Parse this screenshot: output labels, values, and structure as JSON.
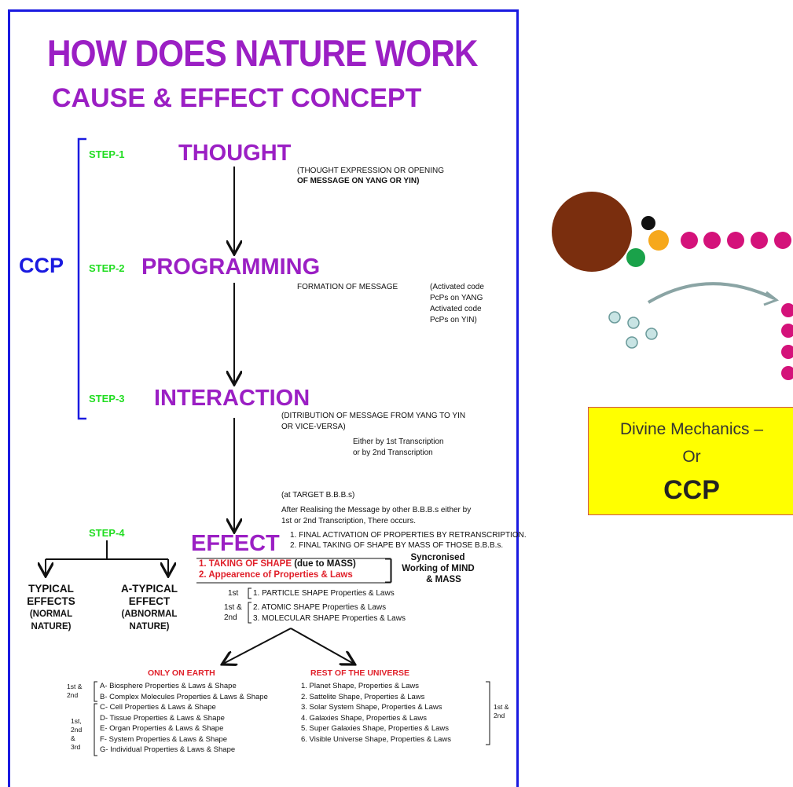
{
  "title": "HOW DOES NATURE WORK",
  "subtitle": "CAUSE & EFFECT CONCEPT",
  "ccp_label": "CCP",
  "steps": {
    "s1": {
      "label": "STEP-1",
      "name": "THOUGHT"
    },
    "s2": {
      "label": "STEP-2",
      "name": "PROGRAMMING"
    },
    "s3": {
      "label": "STEP-3",
      "name": "INTERACTION"
    },
    "s4": {
      "label": "STEP-4",
      "name": "EFFECT"
    }
  },
  "notes": {
    "thought_1": "(THOUGHT EXPRESSION OR OPENING",
    "thought_2": "OF MESSAGE ON YANG OR YIN)",
    "prog_1": "FORMATION OF MESSAGE",
    "prog_2": "(Activated code",
    "prog_3": "PcPs on YANG",
    "prog_4": "Activated code",
    "prog_5": "PcPs on YIN)",
    "inter_1": "(DITRIBUTION OF MESSAGE FROM YANG TO YIN",
    "inter_2": "OR VICE-VERSA)",
    "inter_3": "Either by 1st Transcription",
    "inter_4": "or by 2nd Transcription",
    "target_1": "(at TARGET B.B.B.s)",
    "target_2": "After Realising the Message by other B.B.B.s either by",
    "target_3": "1st or 2nd Transcription, There occurs.",
    "effect_1": "1. FINAL ACTIVATION OF PROPERTIES BY RETRANSCRIPTION.",
    "effect_2": "2. FINAL TAKING OF SHAPE BY MASS OF THOSE B.B.B.s."
  },
  "effect_items": {
    "taking_1": "1. TAKING OF SHAPE",
    "taking_1b": "(due to MASS)",
    "taking_2": "2. Appearence of Properties & Laws",
    "sync_1": "Syncronised",
    "sync_2": "Working of MIND",
    "sync_3": "& MASS"
  },
  "effects_types": {
    "typical_1": "TYPICAL",
    "typical_2": "EFFECTS",
    "typical_3": "(NORMAL",
    "typical_4": "NATURE)",
    "atypical_1": "A-TYPICAL",
    "atypical_2": "EFFECT",
    "atypical_3": "(ABNORMAL",
    "atypical_4": "NATURE)"
  },
  "shapes": {
    "first": "1st",
    "first_second_1": "1st &",
    "first_second_2": "2nd",
    "s1": "1. PARTICLE SHAPE Properties & Laws",
    "s2": "2. ATOMIC SHAPE Properties & Laws",
    "s3": "3. MOLECULAR SHAPE Properties & Laws"
  },
  "earth": {
    "heading": "ONLY ON EARTH",
    "grp1_1": "1st &",
    "grp1_2": "2nd",
    "grp2_1": "1st,",
    "grp2_2": "2nd",
    "grp2_3": "&",
    "grp2_4": "3rd",
    "a": "A- Biosphere Properties & Laws & Shape",
    "b": "B- Complex Molecules Properties & Laws & Shape",
    "c": "C- Cell Properties & Laws & Shape",
    "d": "D- Tissue Properties & Laws & Shape",
    "e": "E- Organ Properties & Laws & Shape",
    "f": "F- System Properties & Laws & Shape",
    "g": "G- Individual Properties & Laws & Shape"
  },
  "universe": {
    "heading": "REST OF THE UNIVERSE",
    "grp_1": "1st &",
    "grp_2": "2nd",
    "u1": "1. Planet Shape, Properties & Laws",
    "u2": "2. Sattelite Shape, Properties & Laws",
    "u3": "3. Solar System Shape, Properties & Laws",
    "u4": "4. Galaxies Shape, Properties & Laws",
    "u5": "5. Super Galaxies Shape, Properties & Laws",
    "u6": "6. Visible Universe Shape, Properties & Laws"
  },
  "right_box": {
    "line1": "Divine Mechanics –",
    "line2": "Or",
    "line3": "CCP"
  },
  "colors": {
    "purple": "#9b1fc4",
    "blue": "#1a1ae0",
    "green": "#22dd22",
    "red": "#e0202a",
    "yellow": "#ffff00"
  }
}
